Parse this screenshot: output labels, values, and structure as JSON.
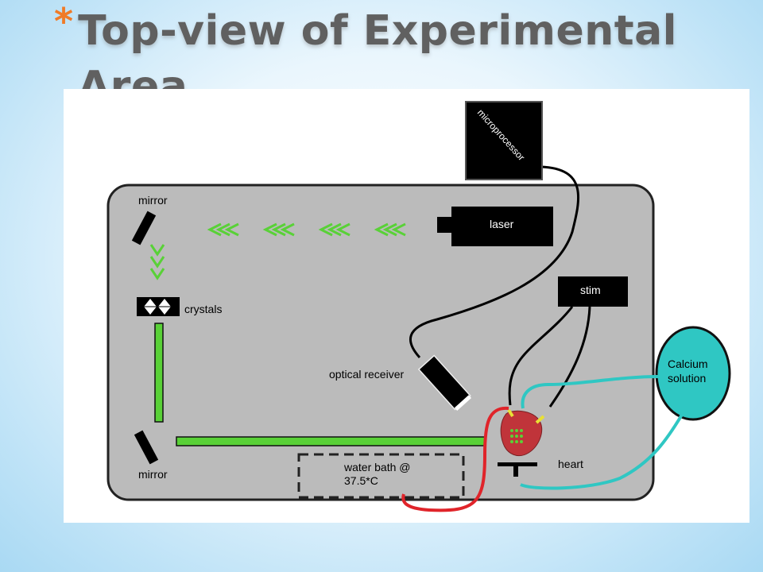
{
  "title": {
    "star": "*",
    "text": "Top-view of Experimental Area"
  },
  "labels": {
    "mirror_top": "mirror",
    "mirror_bottom": "mirror",
    "crystals": "crystals",
    "laser": "laser",
    "stim": "stim",
    "microprocessor": "microprocessor",
    "optical_receiver": "optical receiver",
    "water_bath_line1": "water bath @",
    "water_bath_line2": "37.5*C",
    "heart": "heart",
    "calcium_line1": "Calcium",
    "calcium_line2": "solution"
  },
  "colors": {
    "table": "#bbbbbb",
    "beam": "#59d137",
    "calcium": "#2fc7c3",
    "heart": "#c0343a",
    "red_wire": "#e0242a",
    "black": "#000000",
    "title_star": "#f07b27"
  }
}
